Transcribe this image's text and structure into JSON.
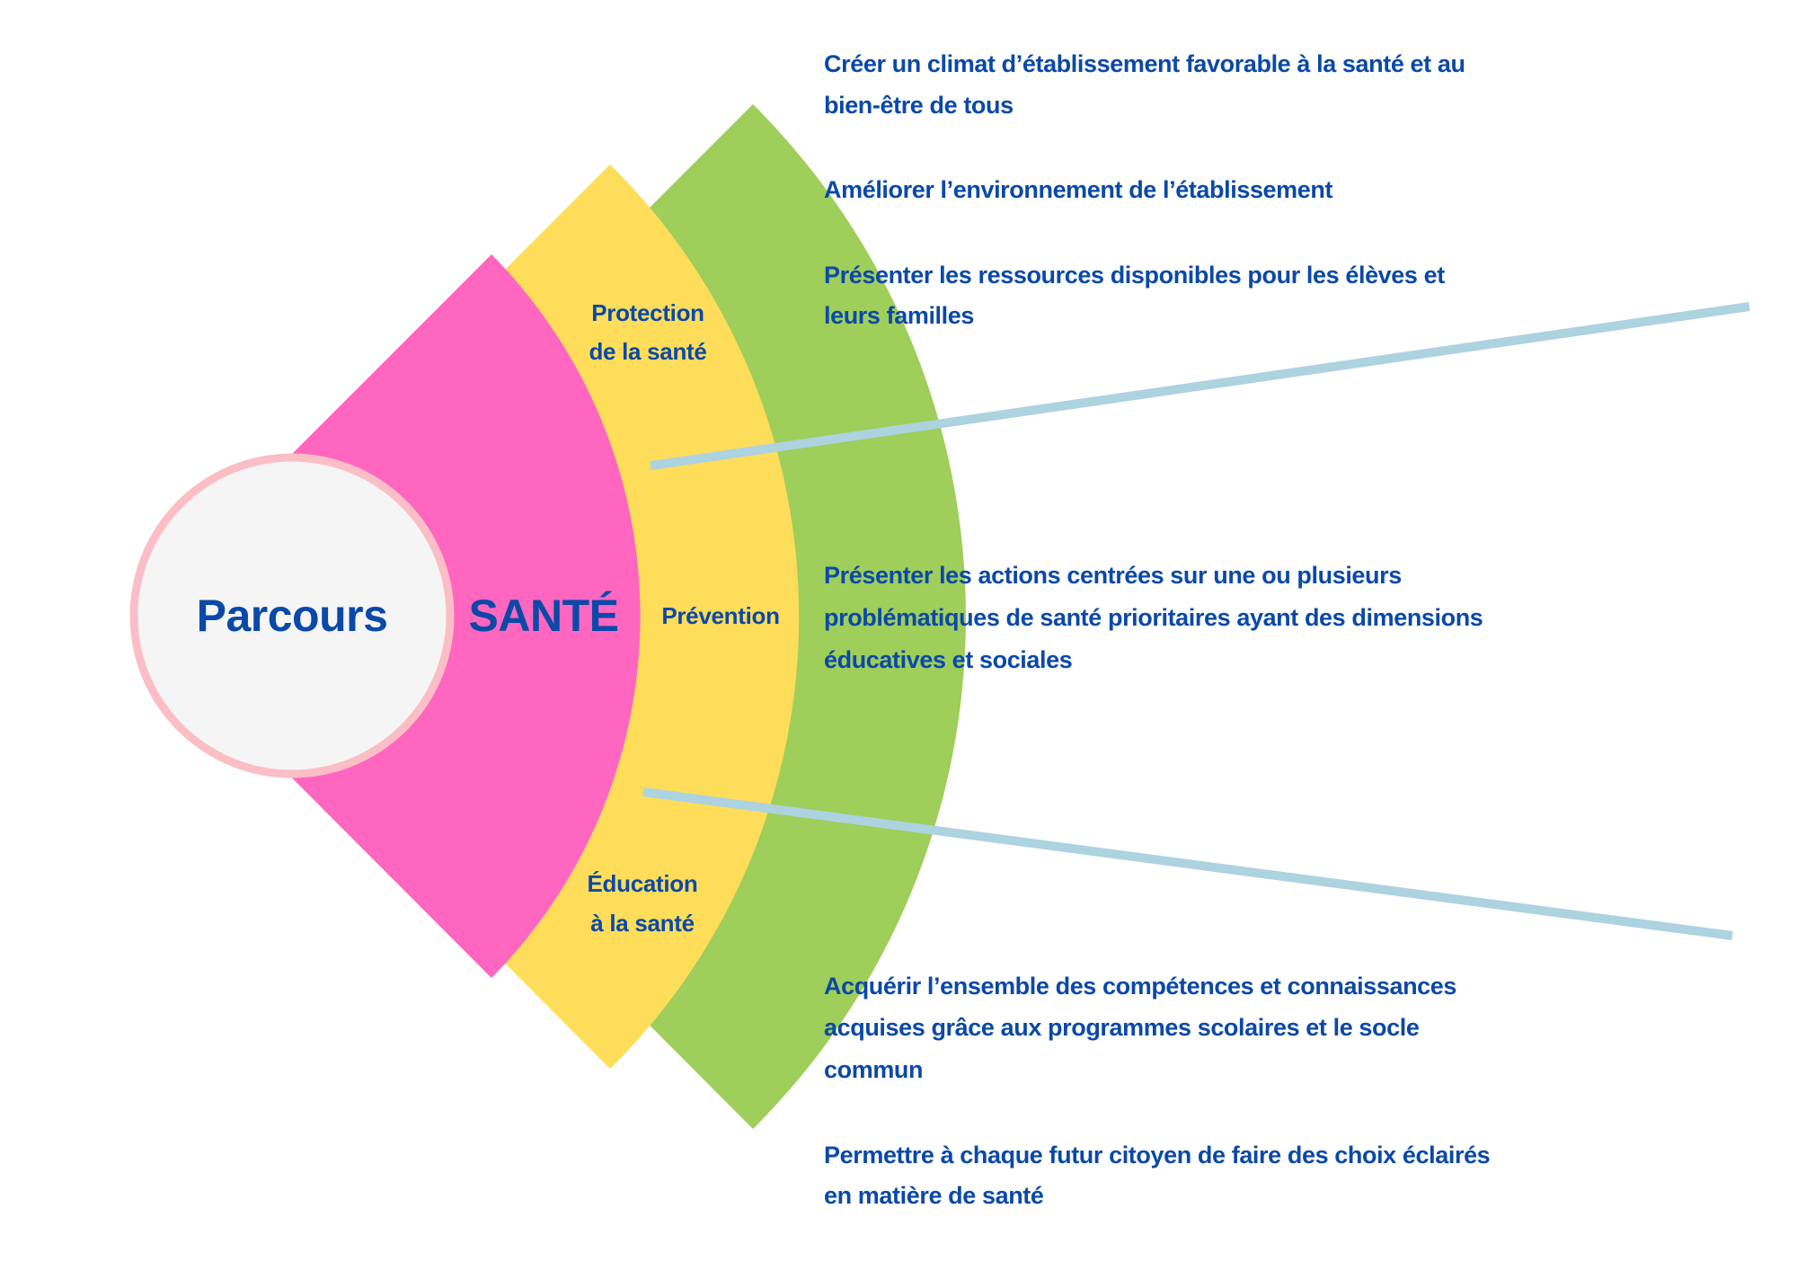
{
  "colors": {
    "text": "#0b49a8",
    "pink": "#ff66c0",
    "yellow": "#fedd5a",
    "green": "#9fce5a",
    "circle_fill": "#f6f5f6",
    "circle_border": "#fbbec6",
    "connector": "#add2e0"
  },
  "center": {
    "word1": "Parcours",
    "word2": "SANTÉ"
  },
  "axes": {
    "protection": [
      "Protection",
      "de la santé"
    ],
    "prevention": "Prévention",
    "education": [
      "Éducation",
      "à la santé"
    ]
  },
  "objectives": [
    [
      "Créer un climat d’établissement favorable à la santé et au",
      "bien-être de tous"
    ],
    [
      "Améliorer l’environnement de l’établissement"
    ],
    [
      "Présenter les ressources disponibles pour les élèves et",
      "leurs familles"
    ],
    [
      "Présenter les actions centrées sur une ou plusieurs",
      "problématiques de santé prioritaires ayant des dimensions",
      "éducatives et sociales"
    ],
    [
      "Acquérir l’ensemble des compétences et connaissances",
      "acquises grâce aux programmes scolaires et le socle",
      "commun"
    ],
    [
      "Permettre à chaque futur citoyen de faire des choix éclairés",
      "en matière de santé"
    ]
  ]
}
